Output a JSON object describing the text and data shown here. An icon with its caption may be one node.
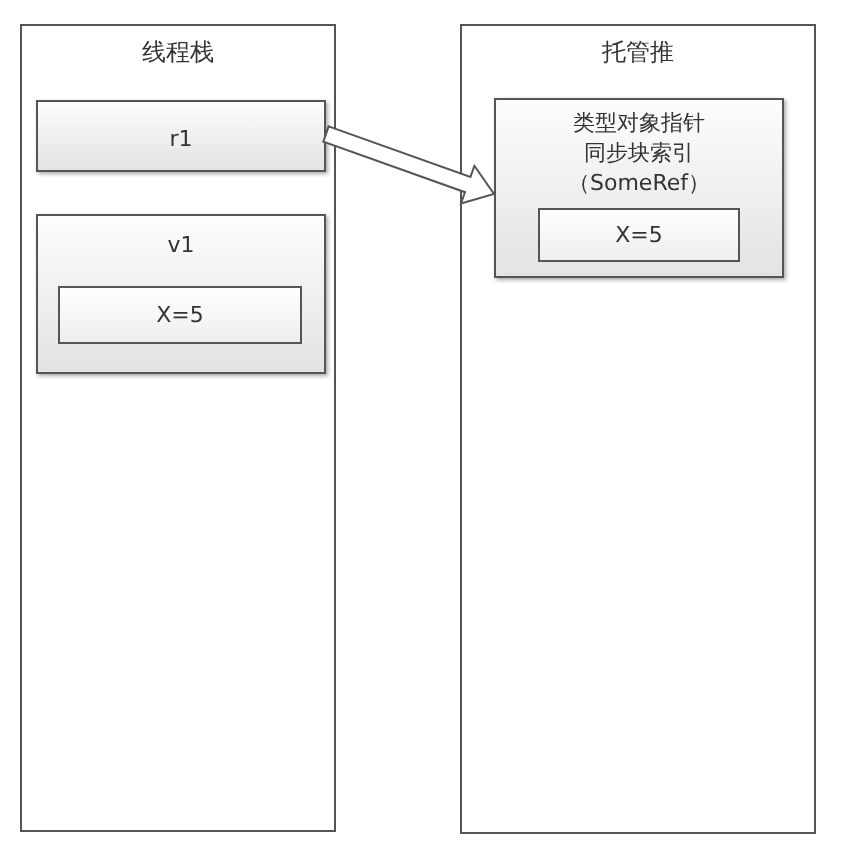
{
  "diagram": {
    "nodes": [
      {
        "text": [
          "线程栈"
        ]
      },
      {
        "text": [
          "r1"
        ],
        "in": 0
      },
      {
        "text": [
          "v1"
        ],
        "in": 0
      },
      {
        "text": [
          "X=5"
        ],
        "in": 2
      },
      {
        "text": [
          "托管推"
        ]
      },
      {
        "text": [
          "类型对象指针",
          "同步块索引",
          "（SomeRef）"
        ],
        "in": 4
      },
      {
        "text": [
          "X=5"
        ],
        "in": 5
      }
    ],
    "edges": [
      {
        "from": 1,
        "to": 5,
        "arrow": "to"
      }
    ]
  }
}
